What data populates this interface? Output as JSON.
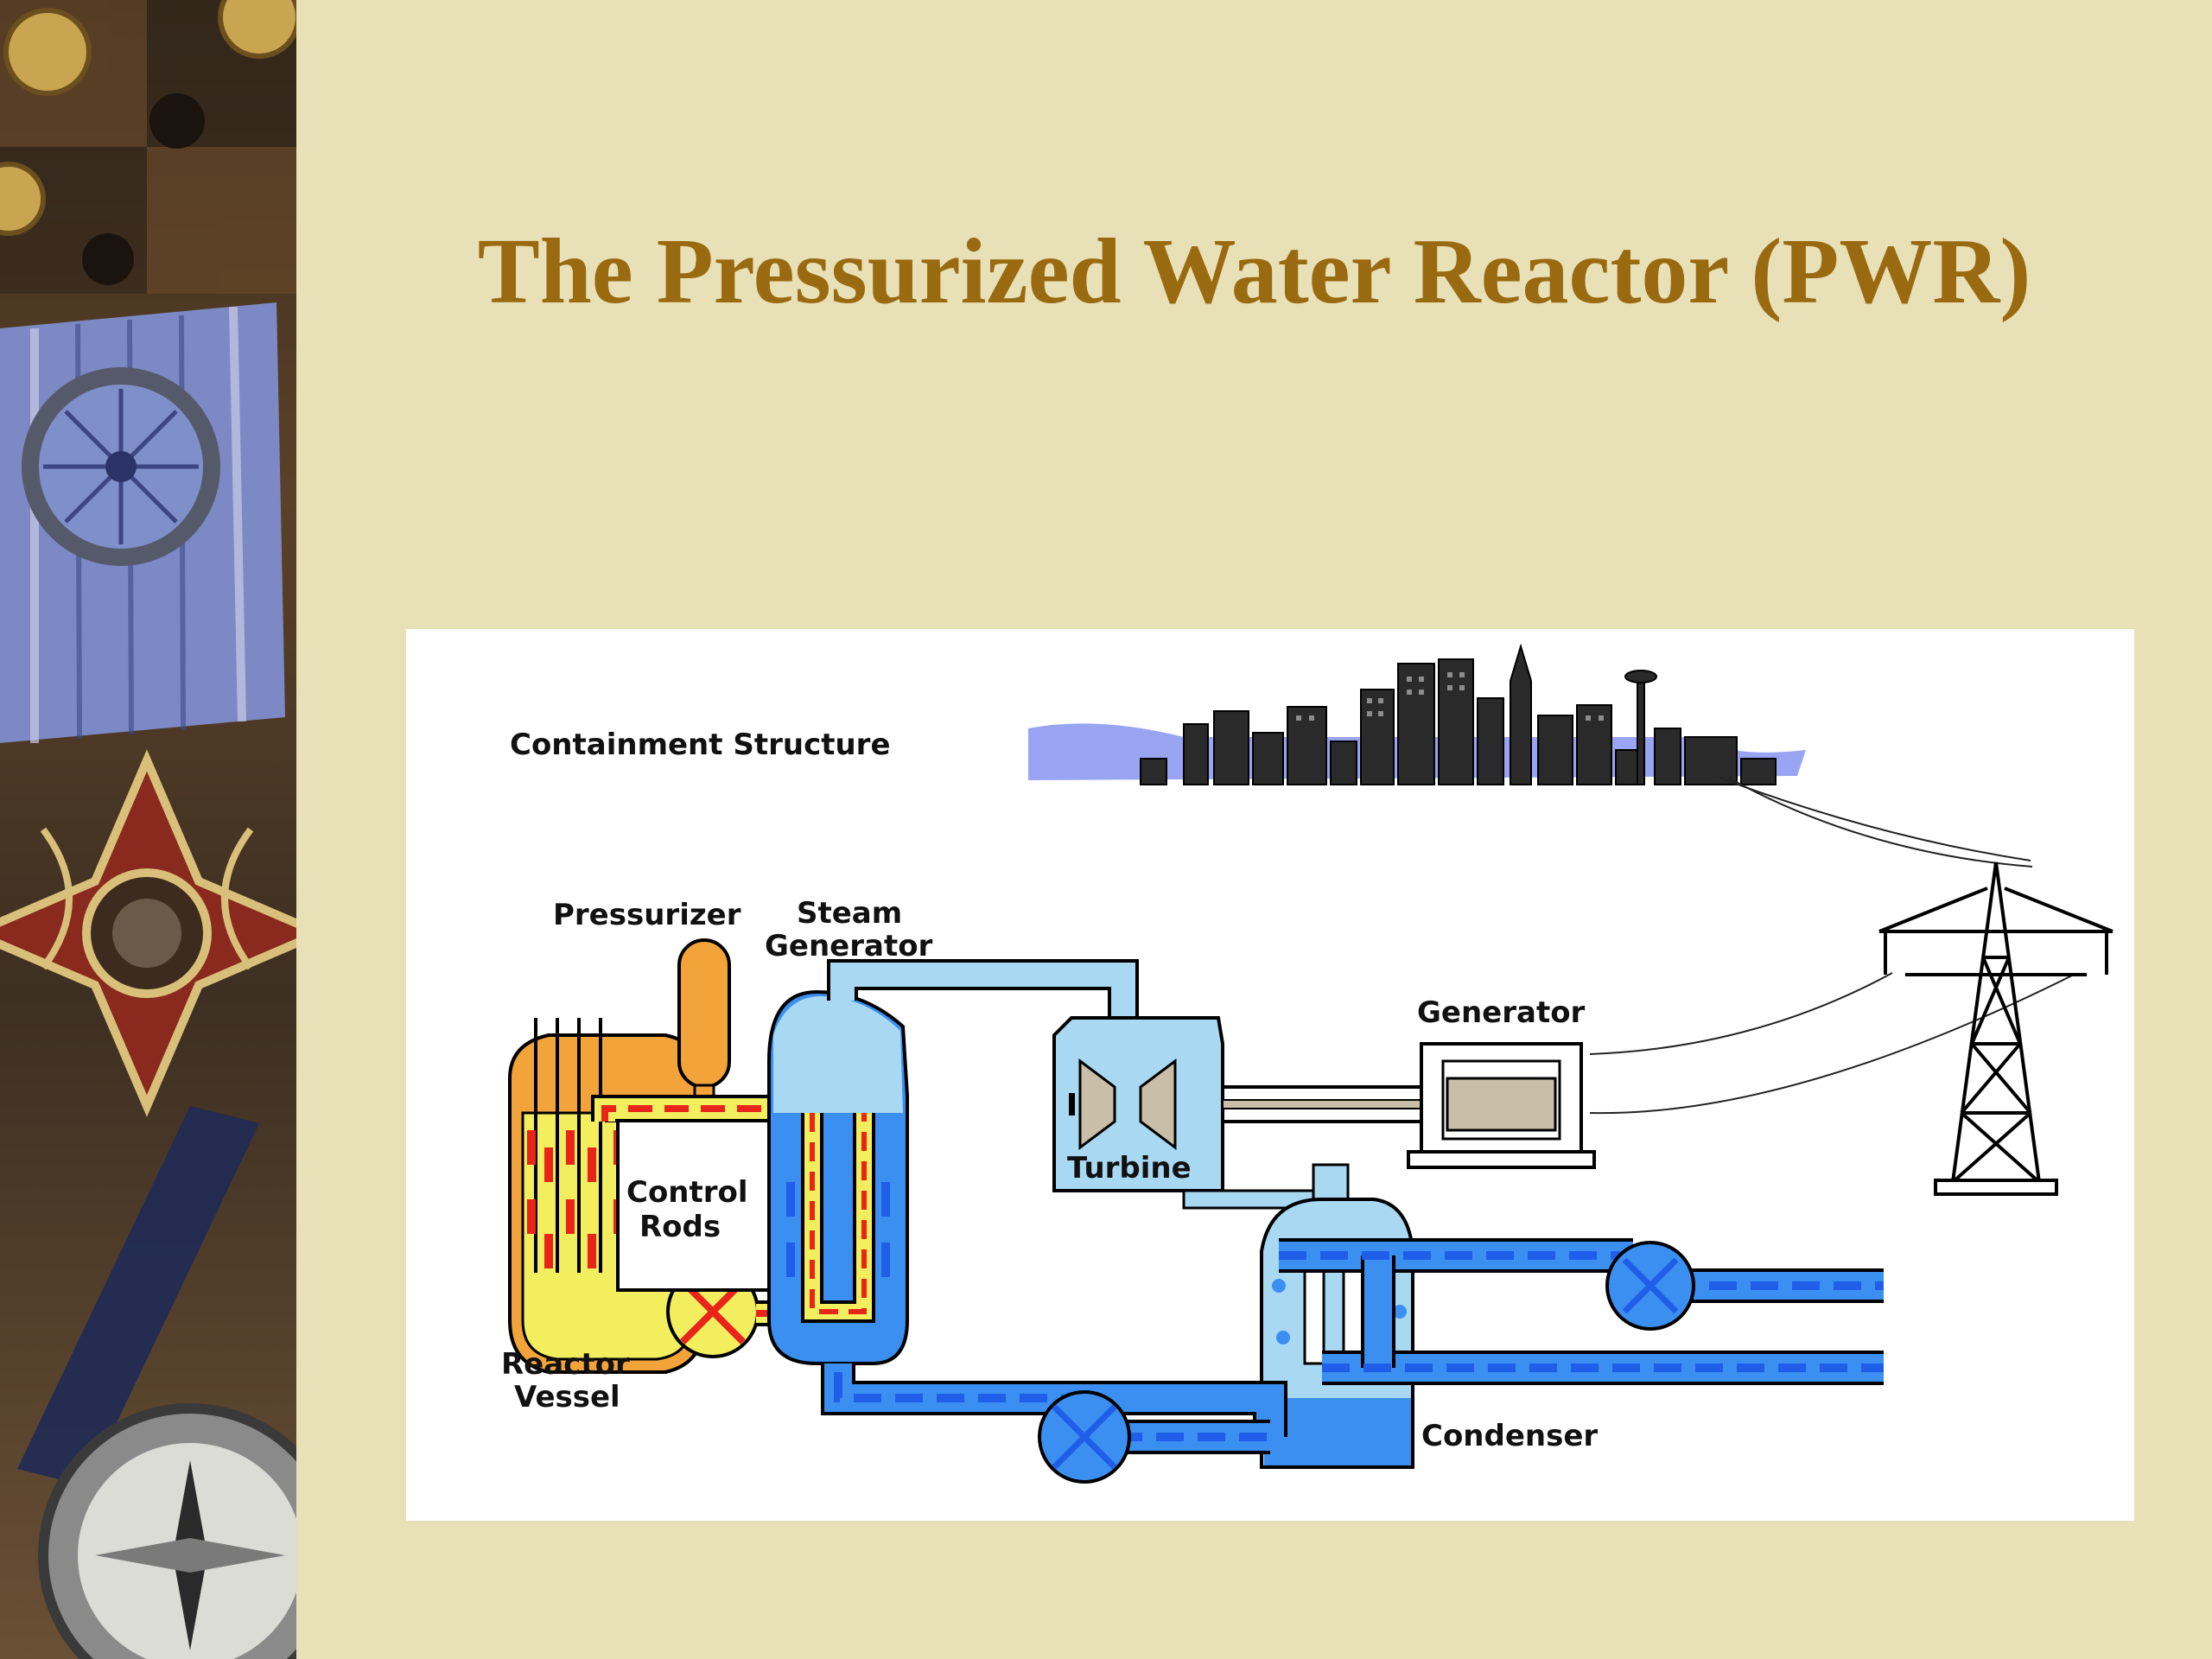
{
  "slide": {
    "title": "The Pressurized Water Reactor (PWR)"
  },
  "diagram": {
    "labels": {
      "containment": "Containment Structure",
      "pressurizer": "Pressurizer",
      "steam_generator_1": "Steam",
      "steam_generator_2": "Generator",
      "control_rods_1": "Control",
      "control_rods_2": "Rods",
      "reactor_vessel_1": "Reactor",
      "reactor_vessel_2": "Vessel",
      "turbine": "Turbine",
      "generator": "Generator",
      "condenser": "Condenser"
    },
    "colors": {
      "primary_loop": "#E8241B",
      "secondary_loop": "#1F5EE8",
      "cooling_water": "#3A8FF0",
      "steam": "#A9D8F2",
      "core_yellow": "#F2EE5E",
      "pressurizer": "#F2A33A",
      "sky": "#8E9AF2"
    }
  }
}
